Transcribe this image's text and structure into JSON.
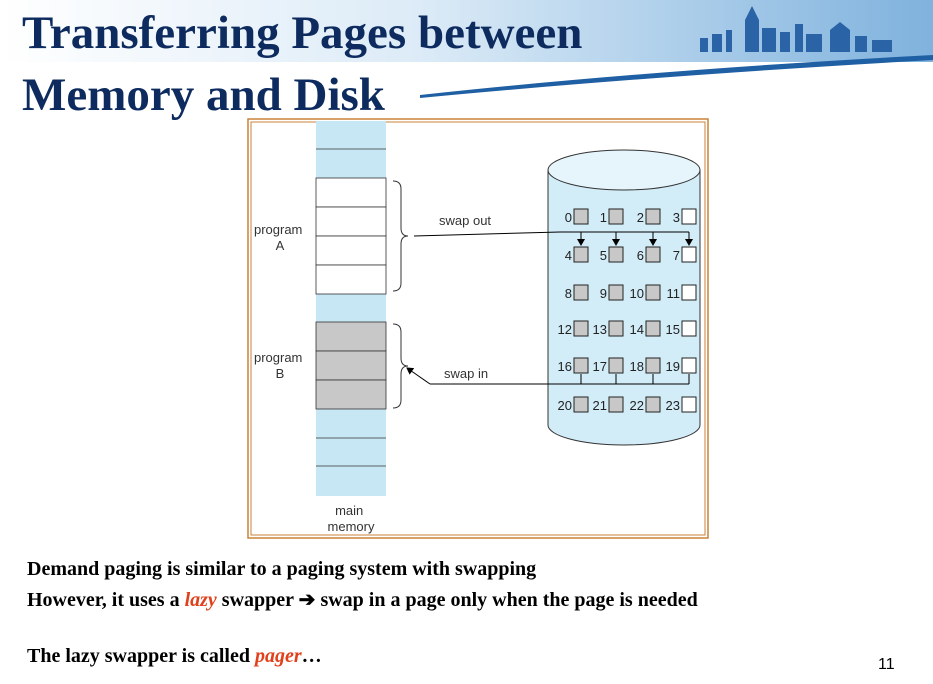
{
  "slide": {
    "title_line1": "Transferring Pages between",
    "title_line2": "Memory and Disk",
    "page_number": "11"
  },
  "figure": {
    "program_a_label": [
      "program",
      "A"
    ],
    "program_b_label": [
      "program",
      "B"
    ],
    "swap_out_label": "swap out",
    "swap_in_label": "swap in",
    "main_memory_label": [
      "main",
      "memory"
    ],
    "disk_pages": [
      [
        "0",
        "1",
        "2",
        "3"
      ],
      [
        "4",
        "5",
        "6",
        "7"
      ],
      [
        "8",
        "9",
        "10",
        "11"
      ],
      [
        "12",
        "13",
        "14",
        "15"
      ],
      [
        "16",
        "17",
        "18",
        "19"
      ],
      [
        "20",
        "21",
        "22",
        "23"
      ]
    ],
    "empty_pages": [
      "3",
      "7",
      "11",
      "15",
      "19",
      "23"
    ]
  },
  "text": {
    "line1": "Demand paging is similar to a paging system with swapping",
    "line2_pre": "However, it uses a ",
    "line2_accent": "lazy",
    "line2_mid": " swapper ",
    "line2_arrow": "➔",
    "line2_post": " swap in a page only when the page is needed",
    "line3_pre": "The lazy swapper is called ",
    "line3_accent": "pager",
    "line3_post": "…"
  },
  "colors": {
    "title": "#0d2b5e",
    "accent": "#e0401a",
    "memory_fill": "#c7e7f5",
    "disk_fill": "#d2ecf8",
    "frame_border": "#c98338",
    "page_gray": "#c8c8c8"
  }
}
